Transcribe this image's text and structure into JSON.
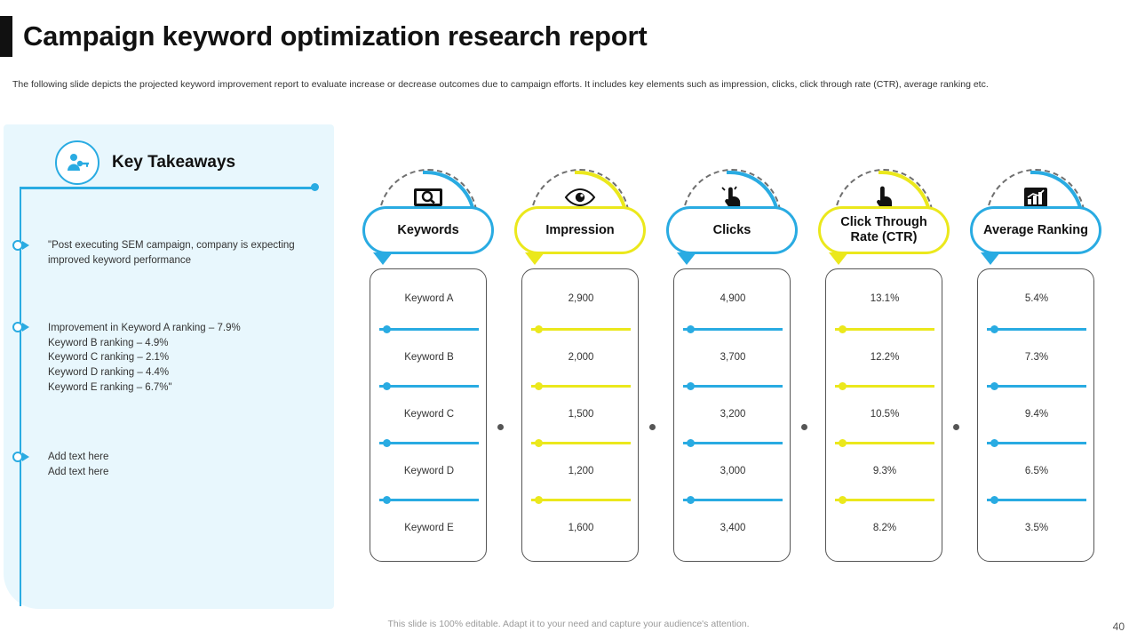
{
  "header": {
    "title": "Campaign keyword optimization research report",
    "subtitle": "The following slide depicts the projected keyword improvement report to evaluate increase or decrease outcomes due to campaign efforts. It includes key elements such as impression, clicks, click through rate (CTR), average ranking etc."
  },
  "takeaways": {
    "title": "Key Takeaways",
    "icon": "person-key-icon",
    "items": [
      "\"Post executing SEM campaign, company is expecting improved keyword performance",
      "Improvement in Keyword A ranking – 7.9%\nKeyword B ranking – 4.9%\nKeyword C ranking – 2.1%\nKeyword D ranking – 4.4%\nKeyword E ranking – 6.7%\"",
      "Add text here\nAdd text here"
    ]
  },
  "table": {
    "columns": [
      {
        "label": "Keywords",
        "icon": "keyword-search-icon",
        "color": "#29abe2"
      },
      {
        "label": "Impression",
        "icon": "eye-icon",
        "color": "#ebe81c"
      },
      {
        "label": "Clicks",
        "icon": "click-hand-icon",
        "color": "#29abe2"
      },
      {
        "label": "Click Through Rate (CTR)",
        "icon": "tap-finger-icon",
        "color": "#ebe81c"
      },
      {
        "label": "Average Ranking",
        "icon": "bar-chart-icon",
        "color": "#29abe2"
      }
    ],
    "rows": [
      {
        "keyword": "Keyword A",
        "impression": "2,900",
        "clicks": "4,900",
        "ctr": "13.1%",
        "ranking": "5.4%"
      },
      {
        "keyword": "Keyword B",
        "impression": "2,000",
        "clicks": "3,700",
        "ctr": "12.2%",
        "ranking": "7.3%"
      },
      {
        "keyword": "Keyword C",
        "impression": "1,500",
        "clicks": "3,200",
        "ctr": "10.5%",
        "ranking": "9.4%"
      },
      {
        "keyword": "Keyword D",
        "impression": "1,200",
        "clicks": "3,000",
        "ctr": "9.3%",
        "ranking": "6.5%"
      },
      {
        "keyword": "Keyword E",
        "impression": "1,600",
        "clicks": "3,400",
        "ctr": "8.2%",
        "ranking": "3.5%"
      }
    ]
  },
  "footer": {
    "note": "This slide is 100% editable. Adapt it to your need and capture your audience's attention.",
    "page": "40"
  },
  "colors": {
    "blue": "#29abe2",
    "yellow": "#ebe81c",
    "panel": "#e8f7fd"
  }
}
